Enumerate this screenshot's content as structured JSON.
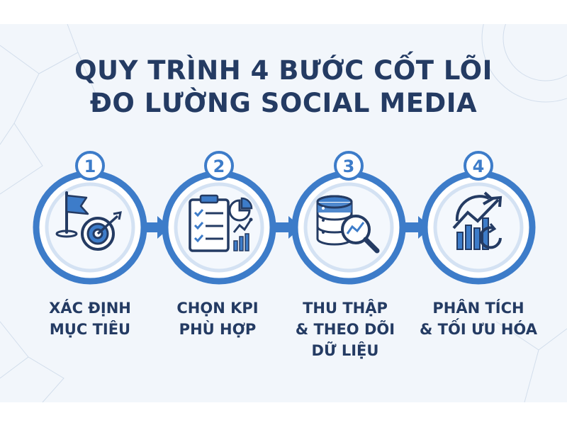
{
  "title": {
    "line1": "QUY TRÌNH 4 BƯỚC CỐT LÕI",
    "line2": "ĐO LƯỜNG SOCIAL MEDIA"
  },
  "steps": [
    {
      "number": "1",
      "icon": "flag-target-icon",
      "label_lines": [
        "XÁC ĐỊNH",
        "MỤC TIÊU"
      ]
    },
    {
      "number": "2",
      "icon": "clipboard-checklist-chart-icon",
      "label_lines": [
        "CHỌN KPI",
        "PHÙ HỢP"
      ]
    },
    {
      "number": "3",
      "icon": "database-magnifier-icon",
      "label_lines": [
        "THU THẬP",
        "& THEO DÕI",
        "DỮ LIỆU"
      ]
    },
    {
      "number": "4",
      "icon": "growth-analytics-icon",
      "label_lines": [
        "PHÂN TÍCH",
        "& TỐI ƯU HÓA"
      ]
    }
  ],
  "colors": {
    "primary": "#3d7cc9",
    "dark_blue": "#243b63",
    "light_ring": "#d4e2f3",
    "background": "#f2f6fb"
  }
}
